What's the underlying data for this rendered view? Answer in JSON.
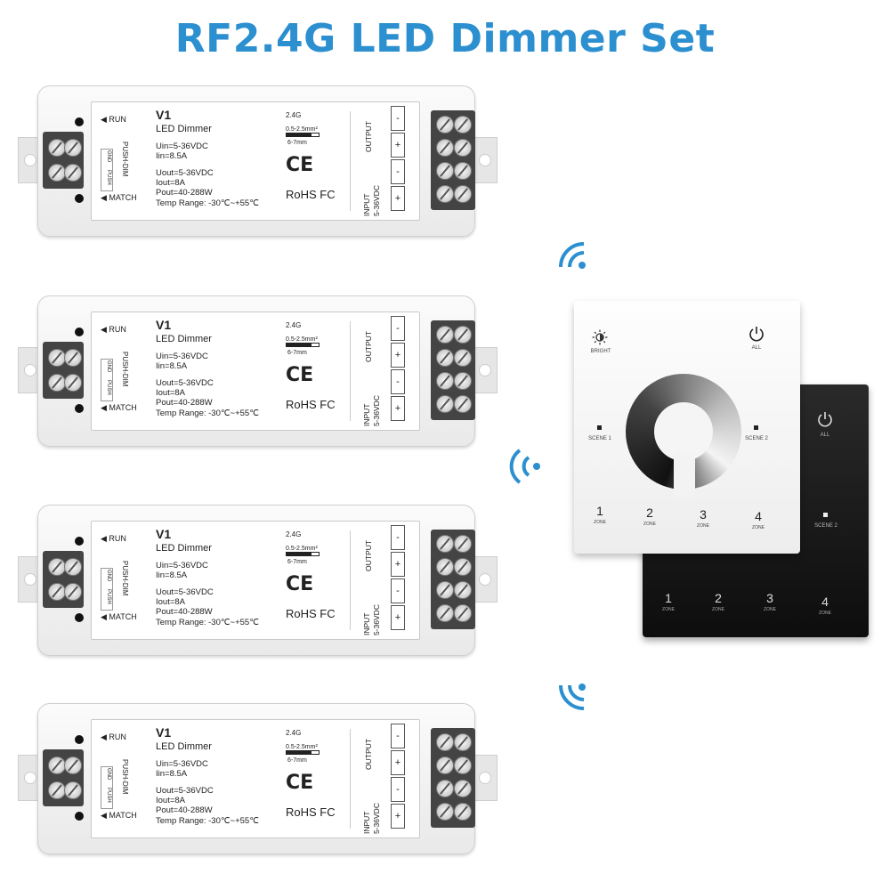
{
  "title": "RF2.4G LED Dimmer Set",
  "dimmer": {
    "model": "V1",
    "name": "LED Dimmer",
    "uin": "Uin=5-36VDC",
    "iin": "Iin=8.5A",
    "uout": "Uout=5-36VDC",
    "iout": "Iout=8A",
    "pout": "Pout=40-288W",
    "temp": "Temp Range: -30℃~+55℃",
    "run": "◀ RUN",
    "match": "◀ MATCH",
    "push_dim": "PUSH-DIM",
    "gnd": "GND",
    "push": "PUSH",
    "rf": "2.4G",
    "wire": "0.5-2.5mm²",
    "strip": "6-7mm",
    "ce": "CE",
    "rohs": "RoHS FC",
    "output": "OUTPUT",
    "input": "INPUT",
    "input_v": "5-36VDC",
    "minus": "-",
    "plus": "+"
  },
  "panel": {
    "bright": "BRIGHT",
    "all": "ALL",
    "scene1": "SCENE 1",
    "scene2": "SCENE 2",
    "zone": "ZONE",
    "zones": [
      "1",
      "2",
      "3",
      "4"
    ]
  },
  "icons": [
    "wifi-wave-icon",
    "sun-icon",
    "power-icon"
  ],
  "colors": {
    "accent": "#2b8fd0"
  }
}
